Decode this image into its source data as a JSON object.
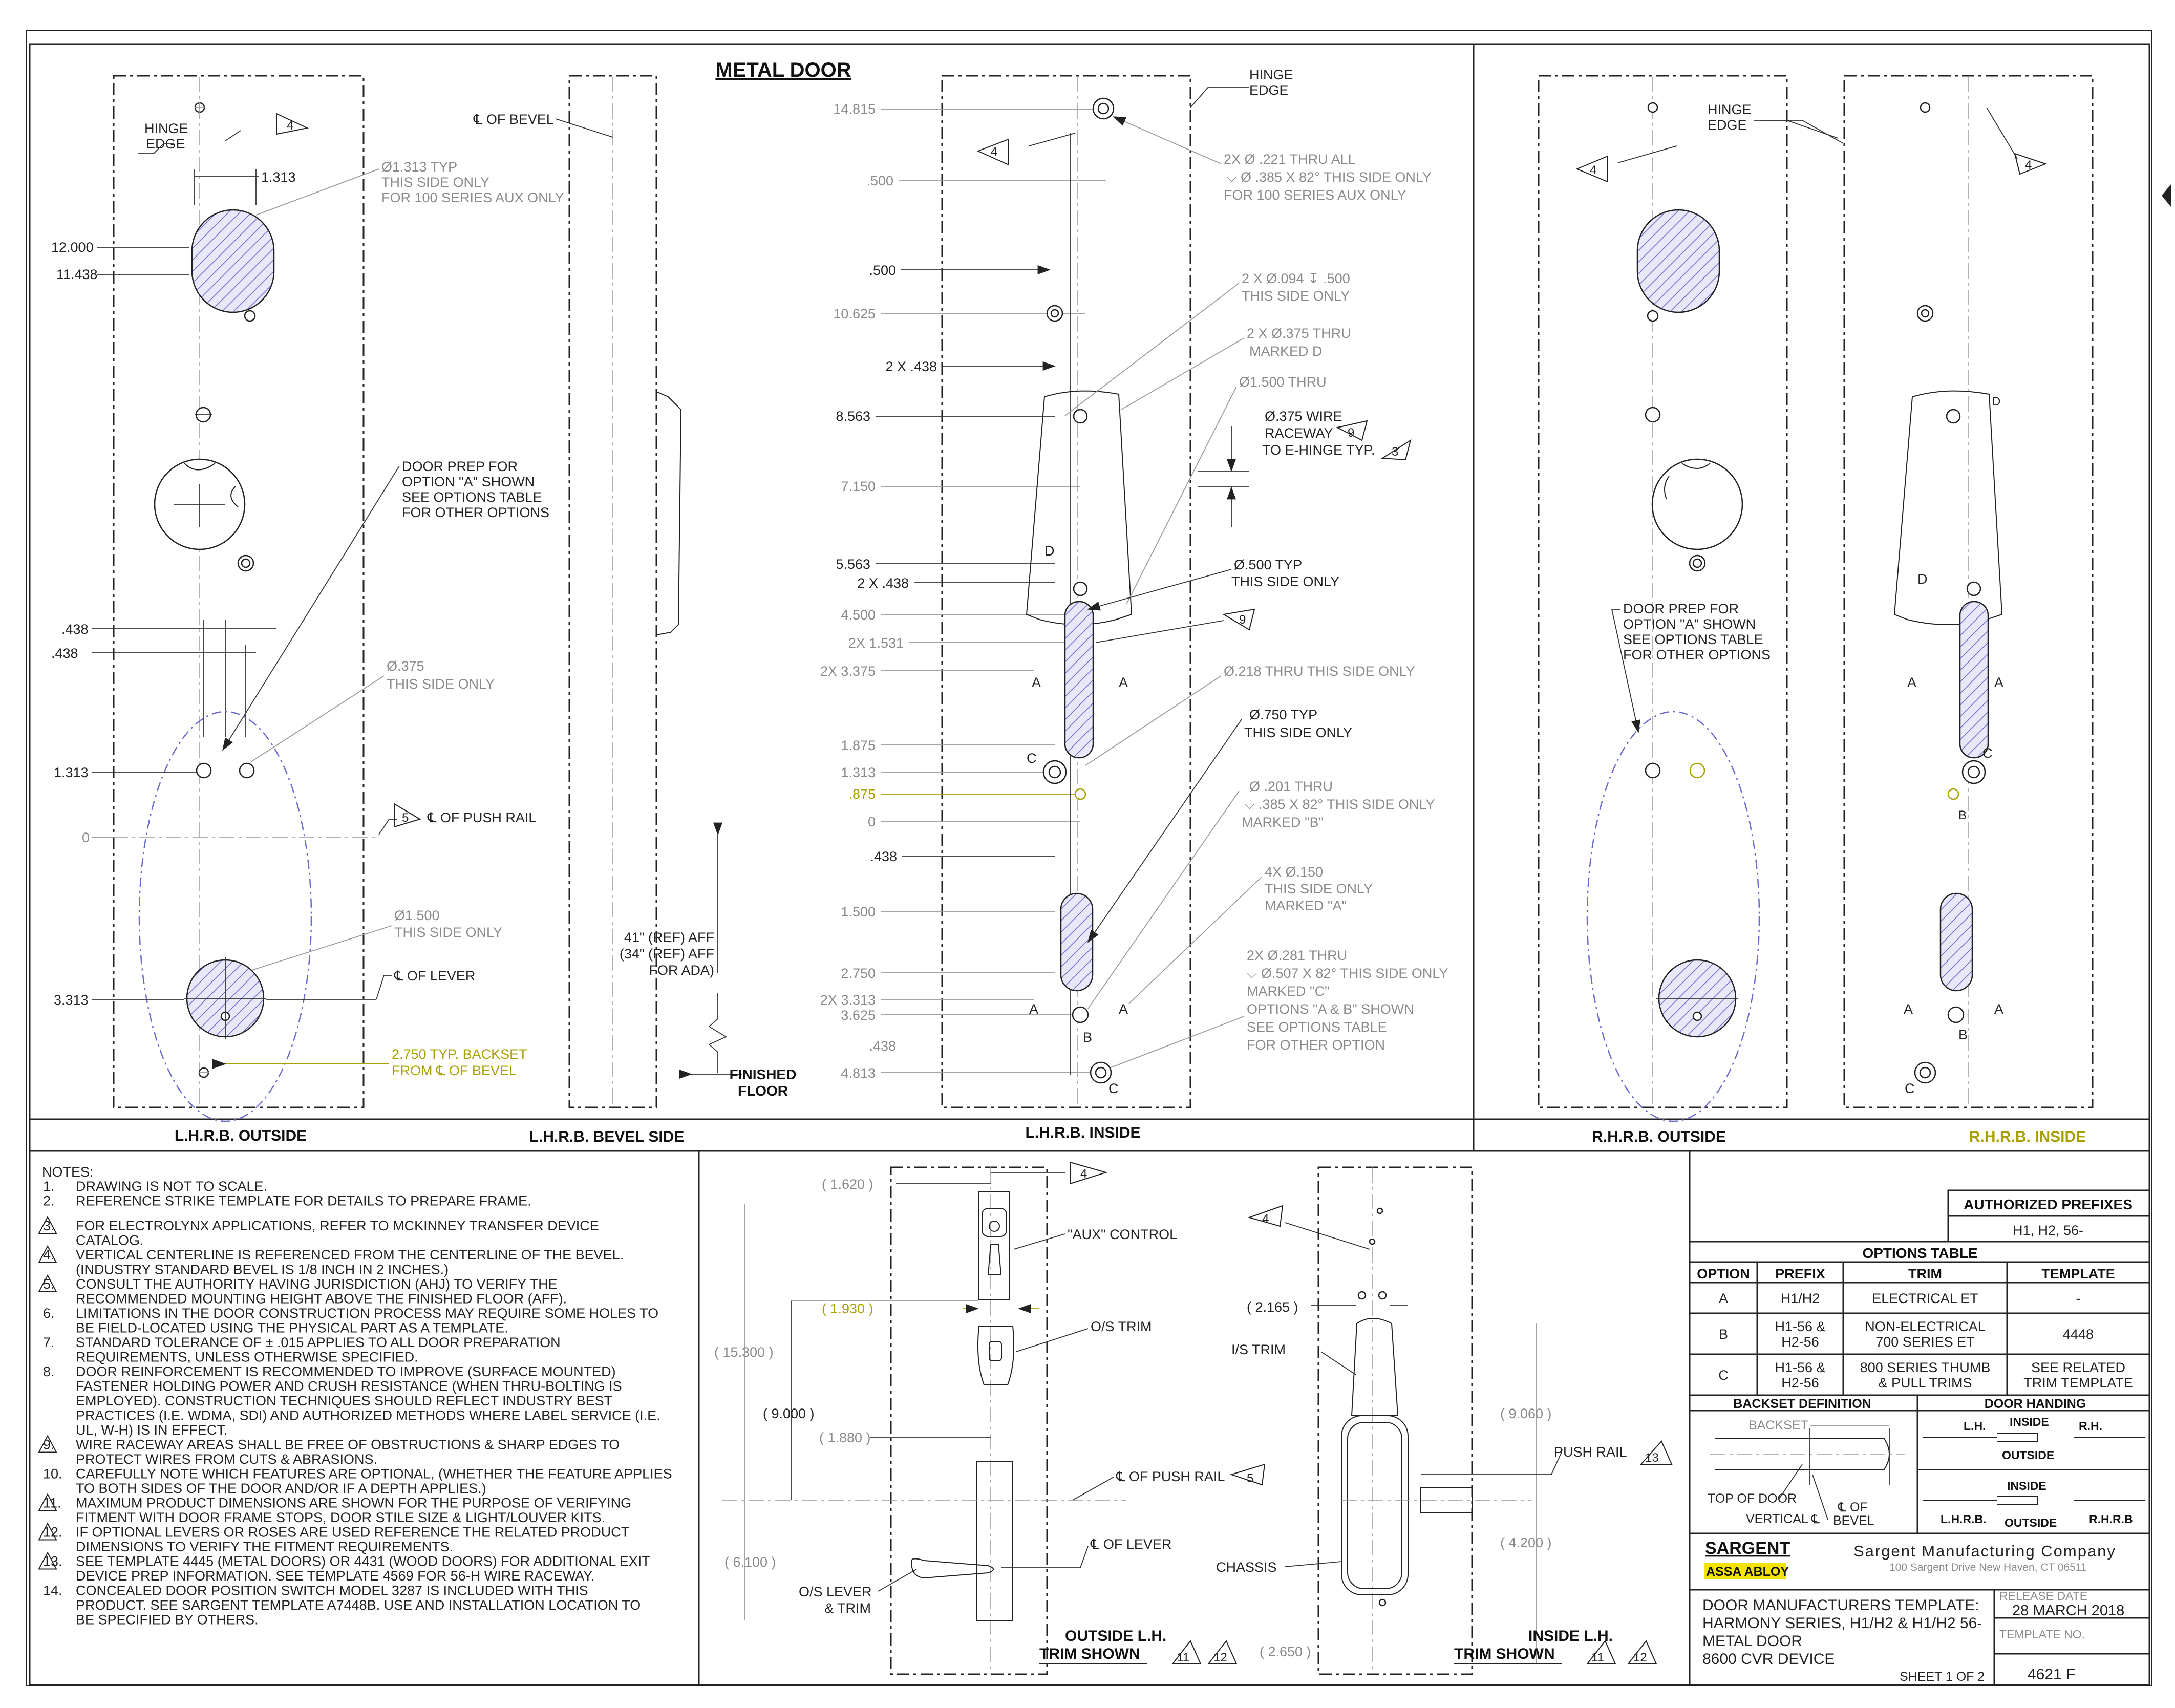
{
  "title": "METAL DOOR",
  "views": {
    "lhrb_outside": "L.H.R.B. OUTSIDE",
    "lhrb_bevel": "L.H.R.B. BEVEL SIDE",
    "lhrb_inside": "L.H.R.B. INSIDE",
    "rhrb_outside": "R.H.R.B. OUTSIDE",
    "rhrb_inside": "R.H.R.B. INSIDE"
  },
  "outside": {
    "hinge_edge": [
      "HINGE",
      "EDGE"
    ],
    "note4": "4",
    "dim_1313": "1.313",
    "dims": [
      "12.000",
      "11.438",
      ".438",
      ".438",
      "1.313",
      "0",
      "3.313"
    ],
    "callout_1313": [
      "Ø1.313 TYP",
      "THIS SIDE ONLY",
      "FOR 100 SERIES AUX ONLY"
    ],
    "door_prep": [
      "DOOR PREP FOR",
      "OPTION \"A\" SHOWN",
      "SEE OPTIONS TABLE",
      "FOR OTHER OPTIONS"
    ],
    "callout_375": [
      "Ø.375",
      "THIS SIDE ONLY"
    ],
    "push_rail": "℄ OF PUSH RAIL",
    "note5": "5",
    "callout_1500": [
      "Ø1.500",
      "THIS SIDE ONLY"
    ],
    "lever": "℄ OF LEVER",
    "backset": [
      "2.750 TYP. BACKSET",
      "FROM ℄ OF BEVEL"
    ]
  },
  "bevel": {
    "cl_bevel": "℄ OF BEVEL",
    "aff": [
      "41\" (REF) AFF",
      "(34\" (REF) AFF",
      "FOR ADA)"
    ],
    "floor": [
      "FINISHED",
      "FLOOR"
    ]
  },
  "inside": {
    "hinge_edge": [
      "HINGE",
      "EDGE"
    ],
    "note4": "4",
    "dims": [
      {
        "label": "14.815",
        "tone": "g"
      },
      {
        "label": ".500",
        "tone": "g"
      },
      {
        "label": ".500",
        "tone": "k"
      },
      {
        "label": "10.625",
        "tone": "g"
      },
      {
        "label": "2 X .438",
        "tone": "k"
      },
      {
        "label": "8.563",
        "tone": "k"
      },
      {
        "label": "7.150",
        "tone": "g"
      },
      {
        "label": "5.563",
        "tone": "k"
      },
      {
        "label": "2 X .438",
        "tone": "k"
      },
      {
        "label": "4.500",
        "tone": "g"
      },
      {
        "label": "2X 1.531",
        "tone": "g"
      },
      {
        "label": "2X 3.375",
        "tone": "g"
      },
      {
        "label": "1.875",
        "tone": "g"
      },
      {
        "label": "1.313",
        "tone": "g"
      },
      {
        "label": ".875",
        "tone": "y"
      },
      {
        "label": "0",
        "tone": "g"
      },
      {
        "label": ".438",
        "tone": "k"
      },
      {
        "label": "1.500",
        "tone": "g"
      },
      {
        "label": "2.750",
        "tone": "g"
      },
      {
        "label": "2X 3.313",
        "tone": "g"
      },
      {
        "label": "3.625",
        "tone": "g"
      },
      {
        "label": ".438",
        "tone": "g"
      },
      {
        "label": "4.813",
        "tone": "g"
      }
    ],
    "c_221": [
      "2X Ø .221 THRU ALL",
      "⌵ Ø .385 X 82° THIS SIDE ONLY",
      "FOR 100 SERIES AUX ONLY"
    ],
    "c_094": [
      "2 X Ø.094 ↧ .500",
      "THIS SIDE ONLY"
    ],
    "c_375": [
      "2 X Ø.375 THRU",
      "MARKED D"
    ],
    "c_1500": "Ø1.500 THRU",
    "c_wire": [
      "Ø.375 WIRE",
      "RACEWAY",
      "TO E-HINGE TYP."
    ],
    "note9": "9",
    "note3": "3",
    "c_500": [
      "Ø.500 TYP",
      "THIS SIDE ONLY"
    ],
    "c_218": "Ø.218 THRU THIS SIDE ONLY",
    "c_750": [
      "Ø.750 TYP",
      "THIS SIDE ONLY"
    ],
    "c_201": [
      "Ø .201 THRU",
      "⌵ .385 X 82°  THIS SIDE ONLY",
      "MARKED \"B\""
    ],
    "c_150": [
      "4X Ø.150",
      "THIS SIDE ONLY",
      "MARKED \"A\""
    ],
    "c_281": [
      "2X Ø.281 THRU",
      "⌵ Ø.507 X 82° THIS SIDE ONLY",
      "MARKED \"C\"",
      "OPTIONS \"A & B\" SHOWN",
      "SEE OPTIONS TABLE",
      "FOR OTHER OPTION"
    ],
    "markers": [
      "D",
      "A",
      "A",
      "C",
      "A",
      "A",
      "B",
      "C"
    ]
  },
  "rh": {
    "hinge_edge": [
      "HINGE",
      "EDGE"
    ],
    "note4": "4",
    "door_prep": [
      "DOOR PREP FOR",
      "OPTION \"A\" SHOWN",
      "SEE OPTIONS TABLE",
      "FOR OTHER OPTIONS"
    ],
    "markers": [
      "D",
      "D",
      "A",
      "A",
      "C",
      "B",
      "A",
      "A",
      "B",
      "C"
    ]
  },
  "notes": {
    "heading": "NOTES:",
    "items": [
      {
        "num": "1.",
        "tri": false,
        "lines": [
          "DRAWING IS NOT TO SCALE."
        ]
      },
      {
        "num": "2.",
        "tri": false,
        "lines": [
          "REFERENCE STRIKE TEMPLATE FOR DETAILS TO PREPARE FRAME."
        ]
      },
      {
        "num": "3.",
        "tri": true,
        "lines": [
          "FOR ELECTROLYNX APPLICATIONS, REFER TO MCKINNEY TRANSFER DEVICE",
          "CATALOG."
        ]
      },
      {
        "num": "4.",
        "tri": true,
        "lines": [
          "VERTICAL CENTERLINE IS REFERENCED FROM THE CENTERLINE OF THE BEVEL.",
          "(INDUSTRY STANDARD BEVEL IS 1/8 INCH IN 2 INCHES.)"
        ]
      },
      {
        "num": "5.",
        "tri": true,
        "lines": [
          "CONSULT THE AUTHORITY HAVING JURISDICTION (AHJ) TO VERIFY THE",
          "RECOMMENDED MOUNTING HEIGHT ABOVE THE FINISHED FLOOR (AFF)."
        ]
      },
      {
        "num": "6.",
        "tri": false,
        "lines": [
          "LIMITATIONS IN THE DOOR CONSTRUCTION PROCESS MAY REQUIRE SOME HOLES TO",
          "BE FIELD-LOCATED USING THE PHYSICAL PART AS A TEMPLATE."
        ]
      },
      {
        "num": "7.",
        "tri": false,
        "lines": [
          "STANDARD TOLERANCE OF ± .015 APPLIES TO ALL DOOR PREPARATION",
          "REQUIREMENTS, UNLESS OTHERWISE SPECIFIED."
        ]
      },
      {
        "num": "8.",
        "tri": false,
        "lines": [
          "DOOR REINFORCEMENT IS RECOMMENDED TO IMPROVE (SURFACE MOUNTED)",
          "FASTENER HOLDING POWER AND CRUSH RESISTANCE (WHEN THRU-BOLTING IS",
          "EMPLOYED). CONSTRUCTION TECHNIQUES SHOULD REFLECT INDUSTRY BEST",
          "PRACTICES (I.E. WDMA, SDI) AND AUTHORIZED METHODS WHERE LABEL SERVICE (I.E.",
          "UL, W-H) IS IN EFFECT."
        ]
      },
      {
        "num": "9.",
        "tri": true,
        "lines": [
          "WIRE RACEWAY AREAS SHALL BE FREE OF OBSTRUCTIONS & SHARP EDGES TO",
          "PROTECT WIRES FROM CUTS & ABRASIONS."
        ]
      },
      {
        "num": "10.",
        "tri": false,
        "lines": [
          "CAREFULLY NOTE WHICH FEATURES ARE OPTIONAL, (WHETHER THE FEATURE APPLIES",
          "TO BOTH SIDES OF THE DOOR AND/OR IF A DEPTH APPLIES.)"
        ]
      },
      {
        "num": "11.",
        "tri": true,
        "lines": [
          "MAXIMUM PRODUCT DIMENSIONS ARE SHOWN FOR THE PURPOSE OF VERIFYING",
          "FITMENT WITH DOOR FRAME STOPS, DOOR STILE SIZE & LIGHT/LOUVER KITS."
        ]
      },
      {
        "num": "12.",
        "tri": true,
        "lines": [
          "IF OPTIONAL LEVERS OR ROSES ARE USED REFERENCE THE RELATED PRODUCT",
          "DIMENSIONS TO VERIFY THE FITMENT REQUIREMENTS."
        ]
      },
      {
        "num": "13.",
        "tri": true,
        "lines": [
          "SEE TEMPLATE 4445 (METAL DOORS) OR 4431 (WOOD DOORS) FOR ADDITIONAL EXIT",
          "DEVICE PREP INFORMATION. SEE TEMPLATE 4569 FOR 56-H WIRE RACEWAY."
        ]
      },
      {
        "num": "14.",
        "tri": false,
        "lines": [
          "CONCEALED DOOR POSITION SWITCH MODEL 3287 IS INCLUDED WITH THIS",
          "PRODUCT.  SEE SARGENT TEMPLATE A7448B.  USE AND INSTALLATION LOCATION TO",
          "BE SPECIFIED BY OTHERS."
        ]
      }
    ]
  },
  "trim_out": {
    "d1620": "( 1.620 )",
    "d1930": "( 1.930 )",
    "d15300": "( 15.300 )",
    "d9000": "( 9.000 )",
    "d1880": "( 1.880 )",
    "d6100": "( 6.100 )",
    "aux": "\"AUX\" CONTROL",
    "os_trim": "O/S TRIM",
    "push_rail": "℄ OF PUSH RAIL",
    "lever": "℄ OF LEVER",
    "os_lever": [
      "O/S LEVER",
      "& TRIM"
    ],
    "caption": [
      "OUTSIDE L.H.",
      "TRIM SHOWN"
    ],
    "n4": "4",
    "n5": "5",
    "n11": "11",
    "n12": "12"
  },
  "trim_in": {
    "d2165": "( 2.165 )",
    "d9060": "( 9.060 )",
    "d4200": "( 4.200 )",
    "d2650": "( 2.650 )",
    "is_trim": "I/S TRIM",
    "push_rail": "PUSH RAIL",
    "chassis": "CHASSIS",
    "caption": [
      "INSIDE L.H.",
      "TRIM SHOWN"
    ],
    "n4": "4",
    "n13": "13",
    "n11": "11",
    "n12": "12"
  },
  "prefixes": {
    "title": "AUTHORIZED PREFIXES",
    "value": "H1, H2, 56-"
  },
  "options_table": {
    "title": "OPTIONS TABLE",
    "headers": [
      "OPTION",
      "PREFIX",
      "TRIM",
      "TEMPLATE"
    ],
    "rows": [
      [
        [
          "A"
        ],
        [
          "H1/H2"
        ],
        [
          "ELECTRICAL ET"
        ],
        [
          "-"
        ]
      ],
      [
        [
          "B"
        ],
        [
          "H1-56 &",
          "H2-56"
        ],
        [
          "NON-ELECTRICAL",
          "700 SERIES ET"
        ],
        [
          "4448"
        ]
      ],
      [
        [
          "C"
        ],
        [
          "H1-56 &",
          "H2-56"
        ],
        [
          "800 SERIES THUMB",
          "& PULL TRIMS"
        ],
        [
          "SEE RELATED",
          "TRIM TEMPLATE"
        ]
      ]
    ]
  },
  "backset_def": {
    "title": "BACKSET DEFINITION",
    "backset": "BACKSET",
    "top": "TOP OF DOOR",
    "cl": [
      "℄ OF",
      "BEVEL"
    ],
    "vertical": "VERTICAL ℄"
  },
  "handing": {
    "title": "DOOR HANDING",
    "lh": "L.H.",
    "rh": "R.H.",
    "inside": "INSIDE",
    "outside": "OUTSIDE",
    "inside2": "INSIDE",
    "outside2": "OUTSIDE",
    "lhrb": "L.H.R.B.",
    "rhrb": "R.H.R.B"
  },
  "title_block": {
    "brand": "SARGENT",
    "brand2": "ASSA ABLOY",
    "company": "Sargent Manufacturing Company",
    "address": "100 Sargent Drive New Haven, CT 06511",
    "desc": [
      "DOOR MANUFACTURERS TEMPLATE:",
      "HARMONY SERIES, H1/H2 & H1/H2 56-",
      "METAL DOOR",
      "8600 CVR DEVICE"
    ],
    "release_label": "RELEASE DATE",
    "release_date": "28 MARCH 2018",
    "template_label": "TEMPLATE NO.",
    "template_no": "4621 F",
    "sheet": "SHEET 1 OF 2"
  }
}
